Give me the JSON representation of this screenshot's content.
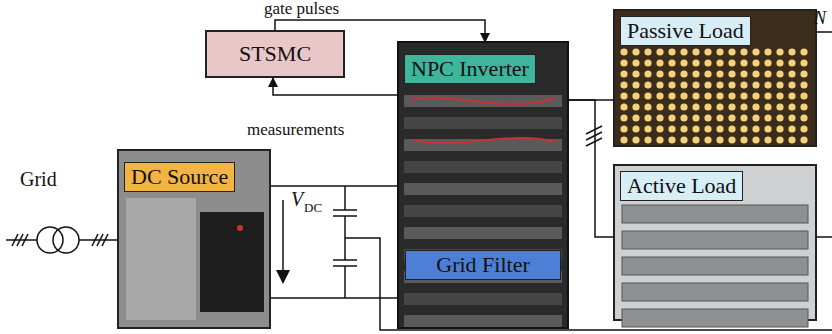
{
  "diagram": {
    "nodes": [
      {
        "text": [
          "STSMC"
        ]
      },
      {
        "text": [
          "DC Source"
        ]
      },
      {
        "text": [
          "NPC Inverter"
        ]
      },
      {
        "text": [
          "Grid Filter"
        ],
        "in": 2
      },
      {
        "text": [
          "Passive Load"
        ]
      },
      {
        "text": [
          "Active Load"
        ]
      }
    ],
    "edges": [
      {
        "from": 0,
        "to": 2,
        "label": "gate pulses",
        "arrow": "to"
      },
      {
        "from": 2,
        "to": 0,
        "label": "measurements",
        "arrow": "to"
      },
      {
        "from": 1,
        "to": 2,
        "arrow": "none"
      },
      {
        "from": 2,
        "to": 4,
        "arrow": "none"
      },
      {
        "from": 2,
        "to": 5,
        "arrow": "none"
      }
    ],
    "labels": [
      "Grid",
      "V",
      "DC",
      "N"
    ]
  }
}
